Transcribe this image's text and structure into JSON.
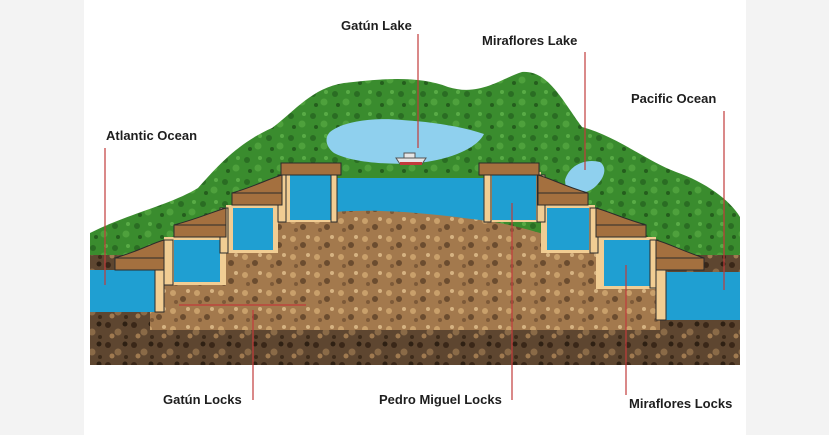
{
  "labels": {
    "gatun_lake": "Gatún Lake",
    "miraflores_lake": "Miraflores Lake",
    "atlantic_ocean": "Atlantic Ocean",
    "pacific_ocean": "Pacific Ocean",
    "gatun_locks": "Gatún Locks",
    "pedro_miguel_locks": "Pedro Miguel Locks",
    "miraflores_locks": "Miraflores Locks"
  },
  "colors": {
    "water": "#1f9fd2",
    "lake": "#8fd0ee",
    "vegetation": "#3a8c2e",
    "soil": "#6a4f36",
    "lock_wall": "#f1cd93",
    "gate": "#a4703f",
    "leader_line": "#c23b3b"
  },
  "icons": {
    "ship": "ship-icon"
  }
}
